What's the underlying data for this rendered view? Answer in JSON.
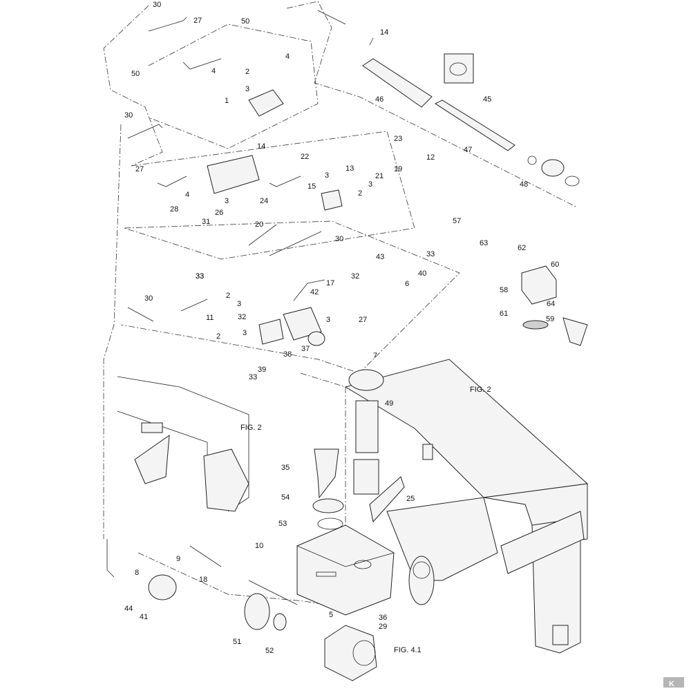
{
  "labels": {
    "p30a": "30",
    "p27a": "27",
    "p50a": "50",
    "p50b": "50",
    "p4a": "4",
    "p4b": "4",
    "p2a": "2",
    "p3a": "3",
    "p1": "1",
    "p14a": "14",
    "p45": "45",
    "p46": "46",
    "p47": "47",
    "p12": "12",
    "p48": "48",
    "p30b": "30",
    "p27b": "27",
    "p4c": "4",
    "p14b": "14",
    "p22": "22",
    "p24": "24",
    "p3b": "3",
    "p26": "26",
    "p28": "28",
    "p31": "31",
    "p20": "20",
    "p23": "23",
    "p13": "13",
    "p21": "21",
    "p19": "19",
    "p3c": "3",
    "p2b": "2",
    "p3d": "3",
    "p15": "15",
    "p30c": "30",
    "p57": "57",
    "p63": "63",
    "p62": "62",
    "p60": "60",
    "p58": "58",
    "p64": "64",
    "p61": "61",
    "p59": "59",
    "p33a": "33",
    "p43": "43",
    "p33b": "33",
    "p32a": "32",
    "p40": "40",
    "p33c": "33",
    "p2c": "2",
    "p3e": "3",
    "p42": "42",
    "p17": "17",
    "p6": "6",
    "p30d": "30",
    "p11": "11",
    "p32b": "32",
    "p3f": "3",
    "p27c": "27",
    "p2d": "2",
    "p3g": "3",
    "p38": "38",
    "p37": "37",
    "p33d": "33",
    "p39": "39",
    "p7": "7",
    "p49": "49",
    "p35": "35",
    "p54": "54",
    "p53": "53",
    "p25": "25",
    "p10": "10",
    "p9": "9",
    "p8": "8",
    "p18": "18",
    "p44": "44",
    "p41": "41",
    "p5": "5",
    "p36": "36",
    "p29": "29",
    "p51": "51",
    "p52": "52"
  },
  "references": {
    "fig2a": "FIG. 2",
    "fig2b": "FIG. 2",
    "fig41": "FIG. 4.1"
  },
  "logo": {
    "text": "K"
  }
}
